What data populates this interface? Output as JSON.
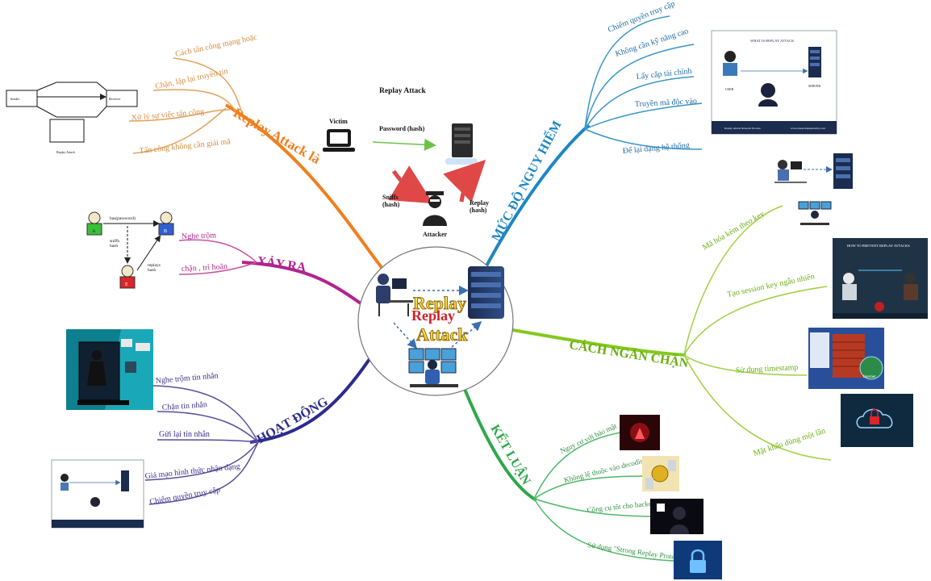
{
  "center": {
    "line1": "Replay",
    "line2": "Replay",
    "line3": "Attack"
  },
  "top_diagram": {
    "title": "Replay Attack",
    "victim": "Victim",
    "password": "Password (hash)",
    "sniffs": "Sniffs\n(hash)",
    "replay": "Replay\n(hash)",
    "attacker": "Attacker"
  },
  "branches": {
    "replay_la": {
      "title": "Replay Attack là",
      "color": "#f07f1d",
      "leaf_color": "#e3a25a",
      "items": [
        "Cách tấn công mạng hoặc",
        "Chặn, lặp lại truyền tin",
        "Xử lý sự việc tấn công",
        "Tấn công không cần giải mã"
      ]
    },
    "xay_ra": {
      "title": "XẢY RA",
      "color": "#b1238f",
      "leaf_color": "#c9559c",
      "items": [
        "Nghe trộm",
        "chặn , trì hoãn"
      ],
      "mini": {
        "sender": "A",
        "receiver": "B",
        "attacker": "E",
        "top_label": "has(password)",
        "sniff": "sniffs\nhash",
        "replay": "replays\nhash"
      }
    },
    "hoat_dong": {
      "title": "HOẠT ĐỘNG",
      "color": "#2a2a8f",
      "leaf_color": "#5b4a9c",
      "items": [
        "Nghe trộm tin nhắn",
        "Chặn tin nhắn",
        "Gửi lại tin nhắn",
        "Giả mạo hình thức nhận dạng",
        "Chiếm quyền truy cập"
      ]
    },
    "muc_do": {
      "title": "MỨC ĐỘ NGUY HIỂM",
      "color": "#1f86c4",
      "leaf_color": "#3a95c9",
      "items": [
        "Chiếm quyền truy cập",
        "Không cần kỹ năng cao",
        "Lấy cắp tài chính",
        "Truyền mã độc vào",
        "Để lại dạng hệ thống"
      ]
    },
    "cach_ngan_chan": {
      "title": "CÁCH NGĂN CHẶN",
      "color": "#82c91e",
      "leaf_color": "#9fd142",
      "items": [
        "Mã hóa kèm theo key",
        "Tạo session key ngẫu nhiên",
        "Sử dụng timestamp",
        "Mật khẩu dùng một lần"
      ]
    },
    "ket_luan": {
      "title": "KẾT LUẬN",
      "color": "#2ea84a",
      "leaf_color": "#4fb866",
      "items": [
        "Nguy cơ với bảo mật",
        "Không lệ thuộc vào decoding",
        "Công cụ tốt cho hacker",
        "Sử dụng \"Strong Replay Protection\""
      ]
    }
  },
  "thumb_replay": {
    "sender": "Sender",
    "receiver": "Receiver",
    "caption": "Replay Attack"
  },
  "thumb_attack": {
    "title": "WHAT IS REPLAY ATTACK",
    "user": "USER",
    "server": "SERVER",
    "footer_left": "Replay Attack Network Process",
    "footer_right": "www.researchandsecurity.com"
  },
  "thumb_prevent": {
    "title": "HOW TO PREVENT REPLAY ATTACKS"
  },
  "thumb_firewall": {
    "label": "Internet"
  }
}
